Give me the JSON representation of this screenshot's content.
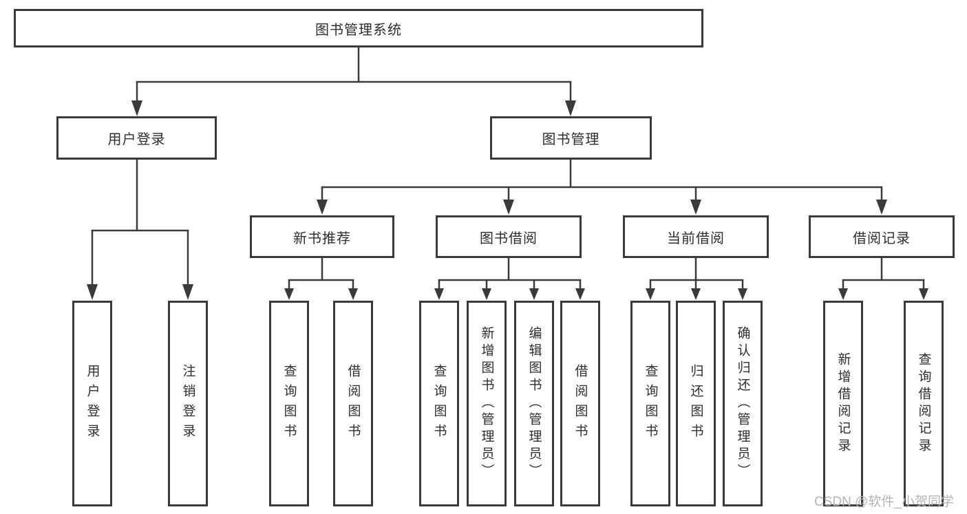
{
  "diagram": {
    "root": {
      "label": "图书管理系统"
    },
    "branches": [
      {
        "label": "用户登录",
        "leaves": [
          {
            "label": "用户登录"
          },
          {
            "label": "注销登录"
          }
        ]
      },
      {
        "label": "图书管理",
        "children": [
          {
            "label": "新书推荐",
            "leaves": [
              {
                "label": "查询图书"
              },
              {
                "label": "借阅图书"
              }
            ]
          },
          {
            "label": "图书借阅",
            "leaves": [
              {
                "label": "查询图书"
              },
              {
                "label": "新增图书（管理员）"
              },
              {
                "label": "编辑图书（管理员）"
              },
              {
                "label": "借阅图书"
              }
            ]
          },
          {
            "label": "当前借阅",
            "leaves": [
              {
                "label": "查询图书"
              },
              {
                "label": "归还图书"
              },
              {
                "label": "确认归还（管理员）"
              }
            ]
          },
          {
            "label": "借阅记录",
            "leaves": [
              {
                "label": "新增借阅记录"
              },
              {
                "label": "查询借阅记录"
              }
            ]
          }
        ]
      }
    ],
    "watermark": "CSDN @软件_小贺同学",
    "colors": {
      "line": "#3a3a3a",
      "box_border": "#3a3a3a",
      "text": "#2e2e2e",
      "watermark": "#b5b5b5",
      "background": "#ffffff"
    }
  }
}
